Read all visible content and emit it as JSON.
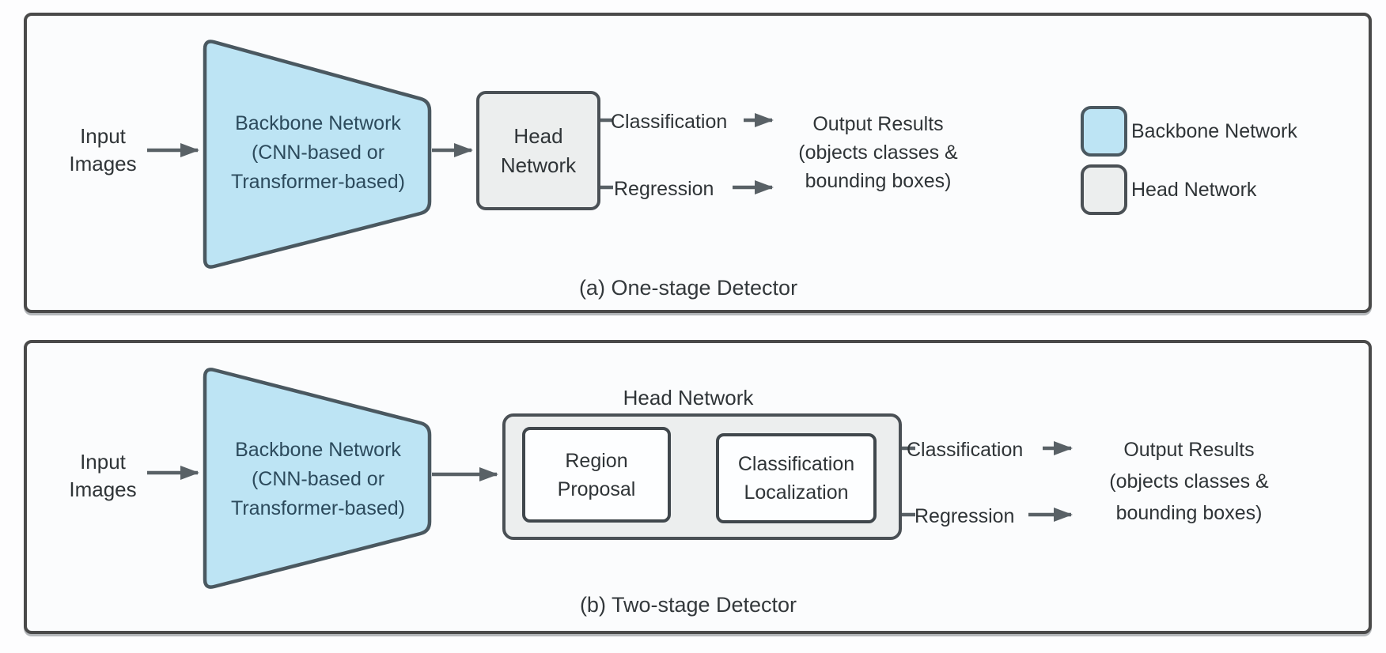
{
  "colors": {
    "backbone_fill": "#BDE4F4",
    "head_fill": "#ECEEEE",
    "panel_border": "#4A4A4A",
    "shape_border": "#4A5860",
    "arrow": "#596166",
    "text": "#2F3437",
    "backbone_text": "#2C4A5C"
  },
  "panel_a": {
    "caption": "(a) One-stage Detector",
    "input_label": {
      "line1": "Input",
      "line2": "Images"
    },
    "backbone_label": {
      "line1": "Backbone Network",
      "line2": "(CNN-based or",
      "line3": "Transformer-based)"
    },
    "head_label": {
      "line1": "Head",
      "line2": "Network"
    },
    "classification_label": "Classification",
    "regression_label": "Regression",
    "output_label": {
      "line1": "Output Results",
      "line2": "(objects classes &",
      "line3": "bounding boxes)"
    },
    "legend": {
      "backbone": "Backbone Network",
      "head": "Head Network"
    }
  },
  "panel_b": {
    "caption": "(b) Two-stage Detector",
    "input_label": {
      "line1": "Input",
      "line2": "Images"
    },
    "backbone_label": {
      "line1": "Backbone Network",
      "line2": "(CNN-based or",
      "line3": "Transformer-based)"
    },
    "head_network_label": "Head Network",
    "region_proposal_label": {
      "line1": "Region",
      "line2": "Proposal"
    },
    "classification_localization_label": {
      "line1": "Classification",
      "line2": "Localization"
    },
    "classification_label": "Classification",
    "regression_label": "Regression",
    "output_label": {
      "line1": "Output Results",
      "line2": "(objects classes &",
      "line3": "bounding boxes)"
    }
  }
}
